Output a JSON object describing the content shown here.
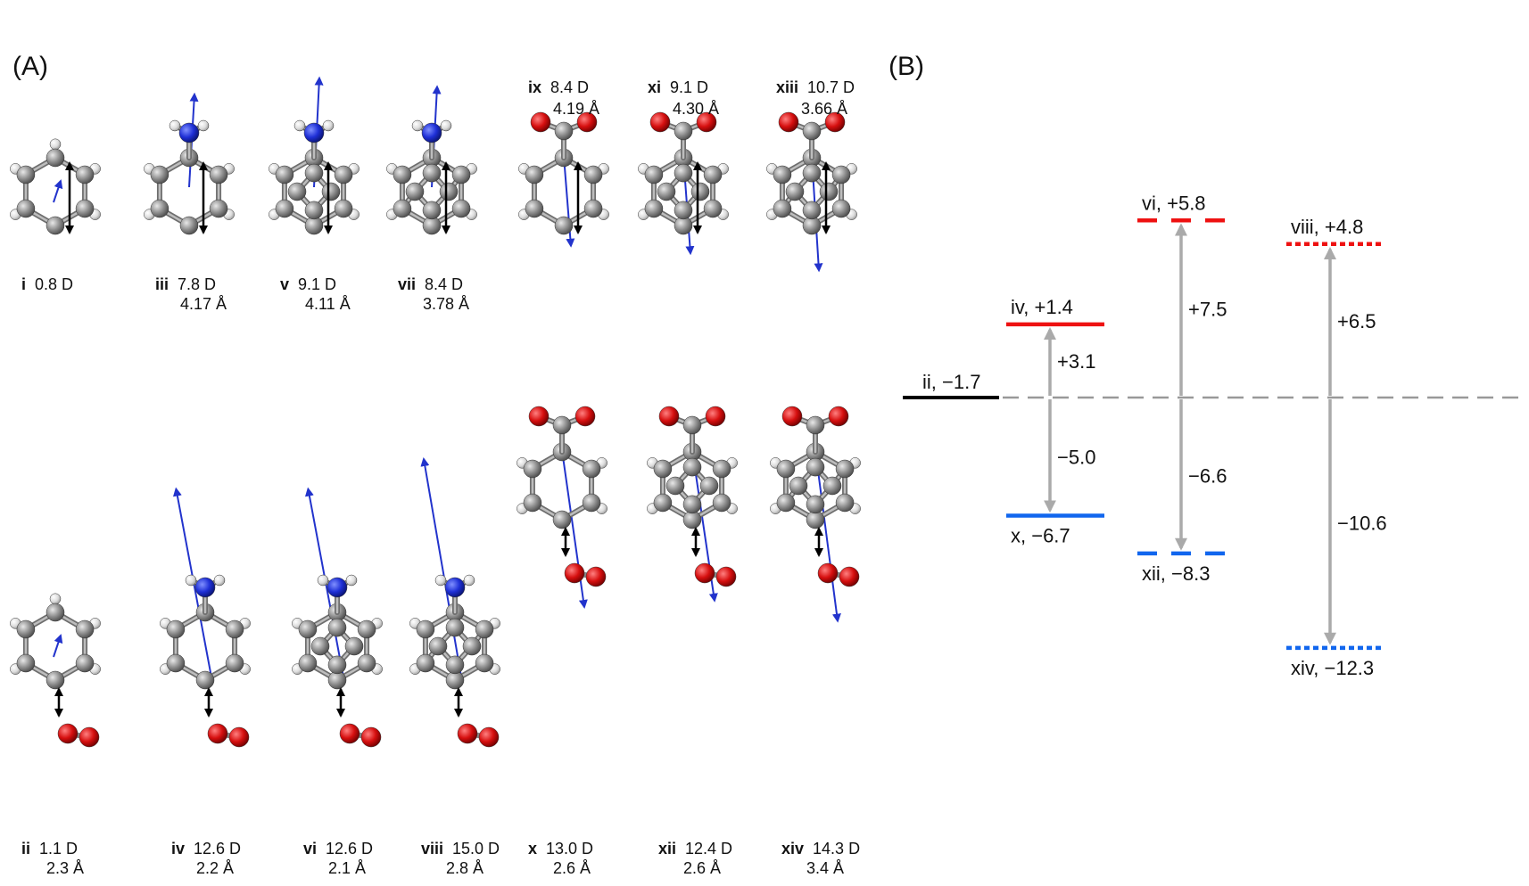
{
  "panels": {
    "a": "(A)",
    "b": "(B)"
  },
  "molecules": [
    {
      "id": "i",
      "dipole": "0.8 D",
      "dist": "",
      "core": "benzene",
      "sub": "none",
      "o2": false,
      "row": "top"
    },
    {
      "id": "iii",
      "dipole": "7.8 D",
      "dist": "4.17 Å",
      "core": "benzene",
      "sub": "NH2",
      "o2": false,
      "row": "top"
    },
    {
      "id": "v",
      "dipole": "9.1 D",
      "dist": "4.11 Å",
      "core": "cubane",
      "sub": "NH2",
      "o2": false,
      "row": "top"
    },
    {
      "id": "vii",
      "dipole": "8.4 D",
      "dist": "3.78 Å",
      "core": "cage",
      "sub": "NH2",
      "o2": false,
      "row": "top"
    },
    {
      "id": "ix",
      "dipole": "8.4 D",
      "dist": "4.19 Å",
      "core": "benzene",
      "sub": "COO",
      "o2": false,
      "row": "top"
    },
    {
      "id": "xi",
      "dipole": "9.1 D",
      "dist": "4.30 Å",
      "core": "cubane",
      "sub": "COO",
      "o2": false,
      "row": "top"
    },
    {
      "id": "xiii",
      "dipole": "10.7 D",
      "dist": "3.66 Å",
      "core": "cage",
      "sub": "COO",
      "o2": false,
      "row": "top"
    },
    {
      "id": "ii",
      "dipole": "1.1 D",
      "dist": "2.3 Å",
      "core": "benzene",
      "sub": "none",
      "o2": true,
      "row": "bottom"
    },
    {
      "id": "iv",
      "dipole": "12.6 D",
      "dist": "2.2 Å",
      "core": "benzene",
      "sub": "NH2",
      "o2": true,
      "row": "bottom"
    },
    {
      "id": "vi",
      "dipole": "12.6 D",
      "dist": "2.1 Å",
      "core": "cubane",
      "sub": "NH2",
      "o2": true,
      "row": "bottom"
    },
    {
      "id": "viii",
      "dipole": "15.0 D",
      "dist": "2.8 Å",
      "core": "cage",
      "sub": "NH2",
      "o2": true,
      "row": "bottom"
    },
    {
      "id": "x",
      "dipole": "13.0 D",
      "dist": "2.6 Å",
      "core": "benzene",
      "sub": "COO",
      "o2": true,
      "row": "bottom"
    },
    {
      "id": "xii",
      "dipole": "12.4 D",
      "dist": "2.6 Å",
      "core": "cubane",
      "sub": "COO",
      "o2": true,
      "row": "bottom"
    },
    {
      "id": "xiv",
      "dipole": "14.3 D",
      "dist": "3.4 Å",
      "core": "cage",
      "sub": "COO",
      "o2": true,
      "row": "bottom"
    }
  ],
  "energy_diagram": {
    "reference": {
      "id": "ii",
      "value": -1.7,
      "label": "ii, −1.7",
      "color": "#000000",
      "style": "solid"
    },
    "reference_line_style": "dashed-gray",
    "columns": [
      {
        "upper": {
          "id": "iv",
          "value": 1.4,
          "label": "iv, +1.4",
          "color": "#ee1111",
          "style": "solid"
        },
        "lower": {
          "id": "x",
          "value": -6.7,
          "label": "x, −6.7",
          "color": "#1166ee",
          "style": "solid"
        },
        "up_delta": "+3.1",
        "down_delta": "−5.0"
      },
      {
        "upper": {
          "id": "vi",
          "value": 5.8,
          "label": "vi, +5.8",
          "color": "#ee1111",
          "style": "dashed"
        },
        "lower": {
          "id": "xii",
          "value": -8.3,
          "label": "xii, −8.3",
          "color": "#1166ee",
          "style": "dashed"
        },
        "up_delta": "+7.5",
        "down_delta": "−6.6"
      },
      {
        "upper": {
          "id": "viii",
          "value": 4.8,
          "label": "viii, +4.8",
          "color": "#ee1111",
          "style": "dotted"
        },
        "lower": {
          "id": "xiv",
          "value": -12.3,
          "label": "xiv, −12.3",
          "color": "#1166ee",
          "style": "dotted"
        },
        "up_delta": "+6.5",
        "down_delta": "−10.6"
      }
    ]
  },
  "colors": {
    "carbon": "#8c8c8c",
    "hydrogen": "#e6e6e6",
    "nitrogen": "#1e2fd6",
    "oxygen": "#d60f0f",
    "dipole": "#2233cc",
    "distance": "#000000",
    "arrow": "#aaaaaa"
  }
}
